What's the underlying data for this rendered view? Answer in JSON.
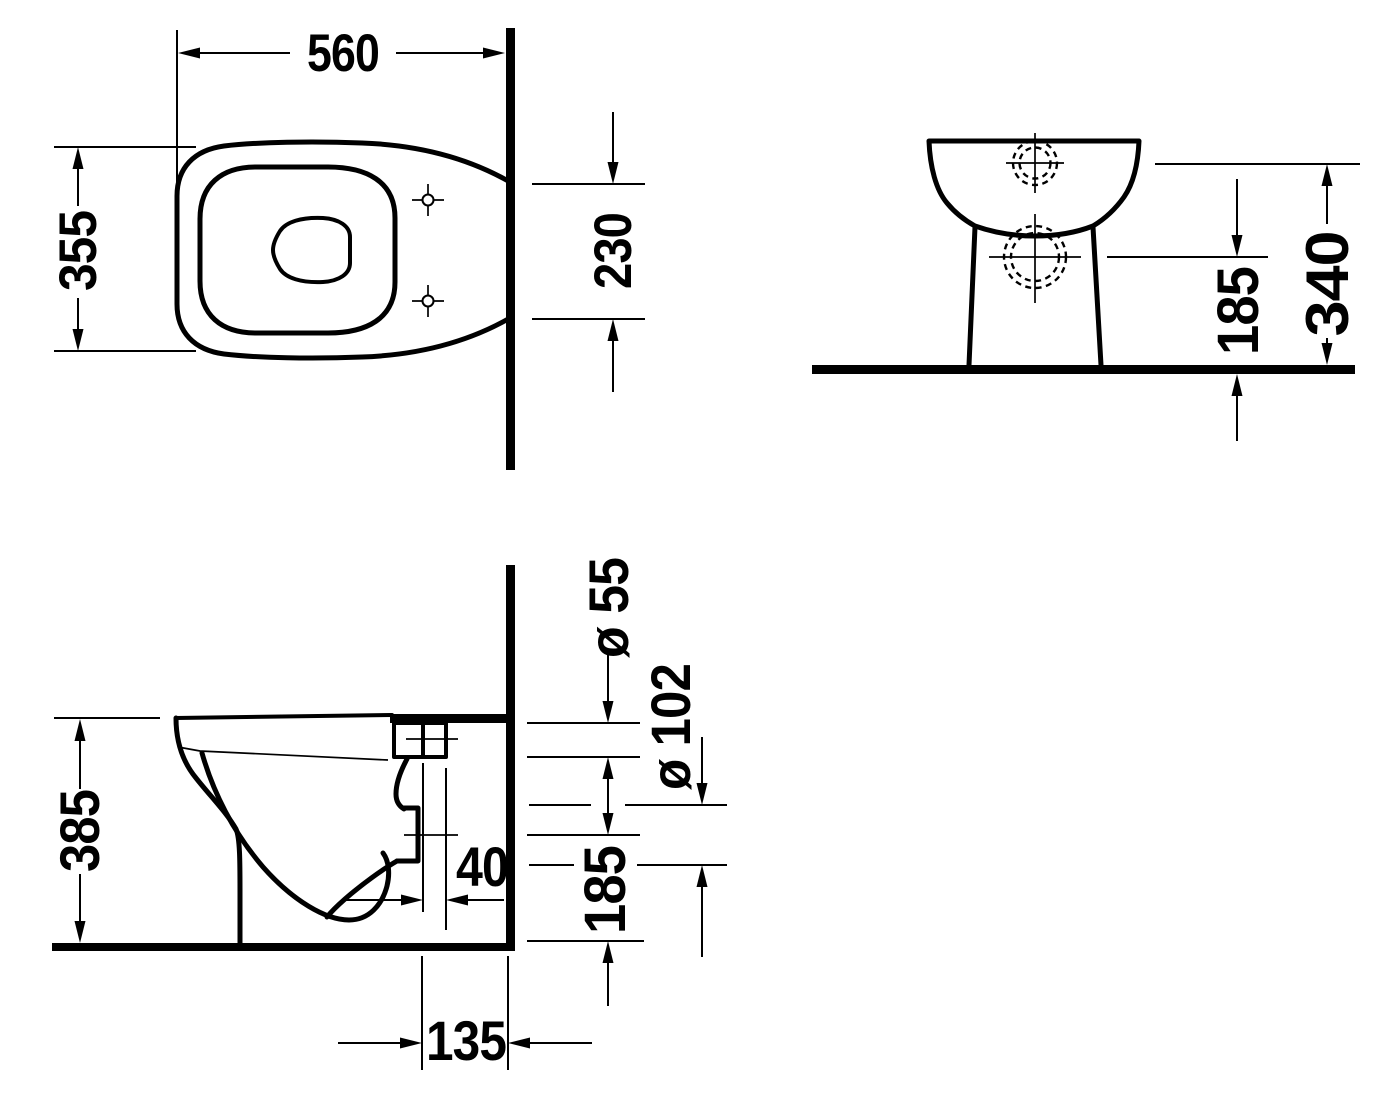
{
  "drawing": {
    "type": "technical-dimension-drawing",
    "background_color": "#ffffff",
    "line_color": "#000000",
    "top_view": {
      "width_label": "560",
      "depth_label": "355",
      "rear_offset_label": "230"
    },
    "front_view": {
      "inlet_height_label": "340",
      "outlet_height_label": "185"
    },
    "side_view": {
      "height_label": "385",
      "inlet_diameter_label": "ø 55",
      "outlet_diameter_label": "ø 102",
      "outlet_center_height_label": "185",
      "outlet_offset_label": "40",
      "wall_distance_label": "135"
    }
  }
}
